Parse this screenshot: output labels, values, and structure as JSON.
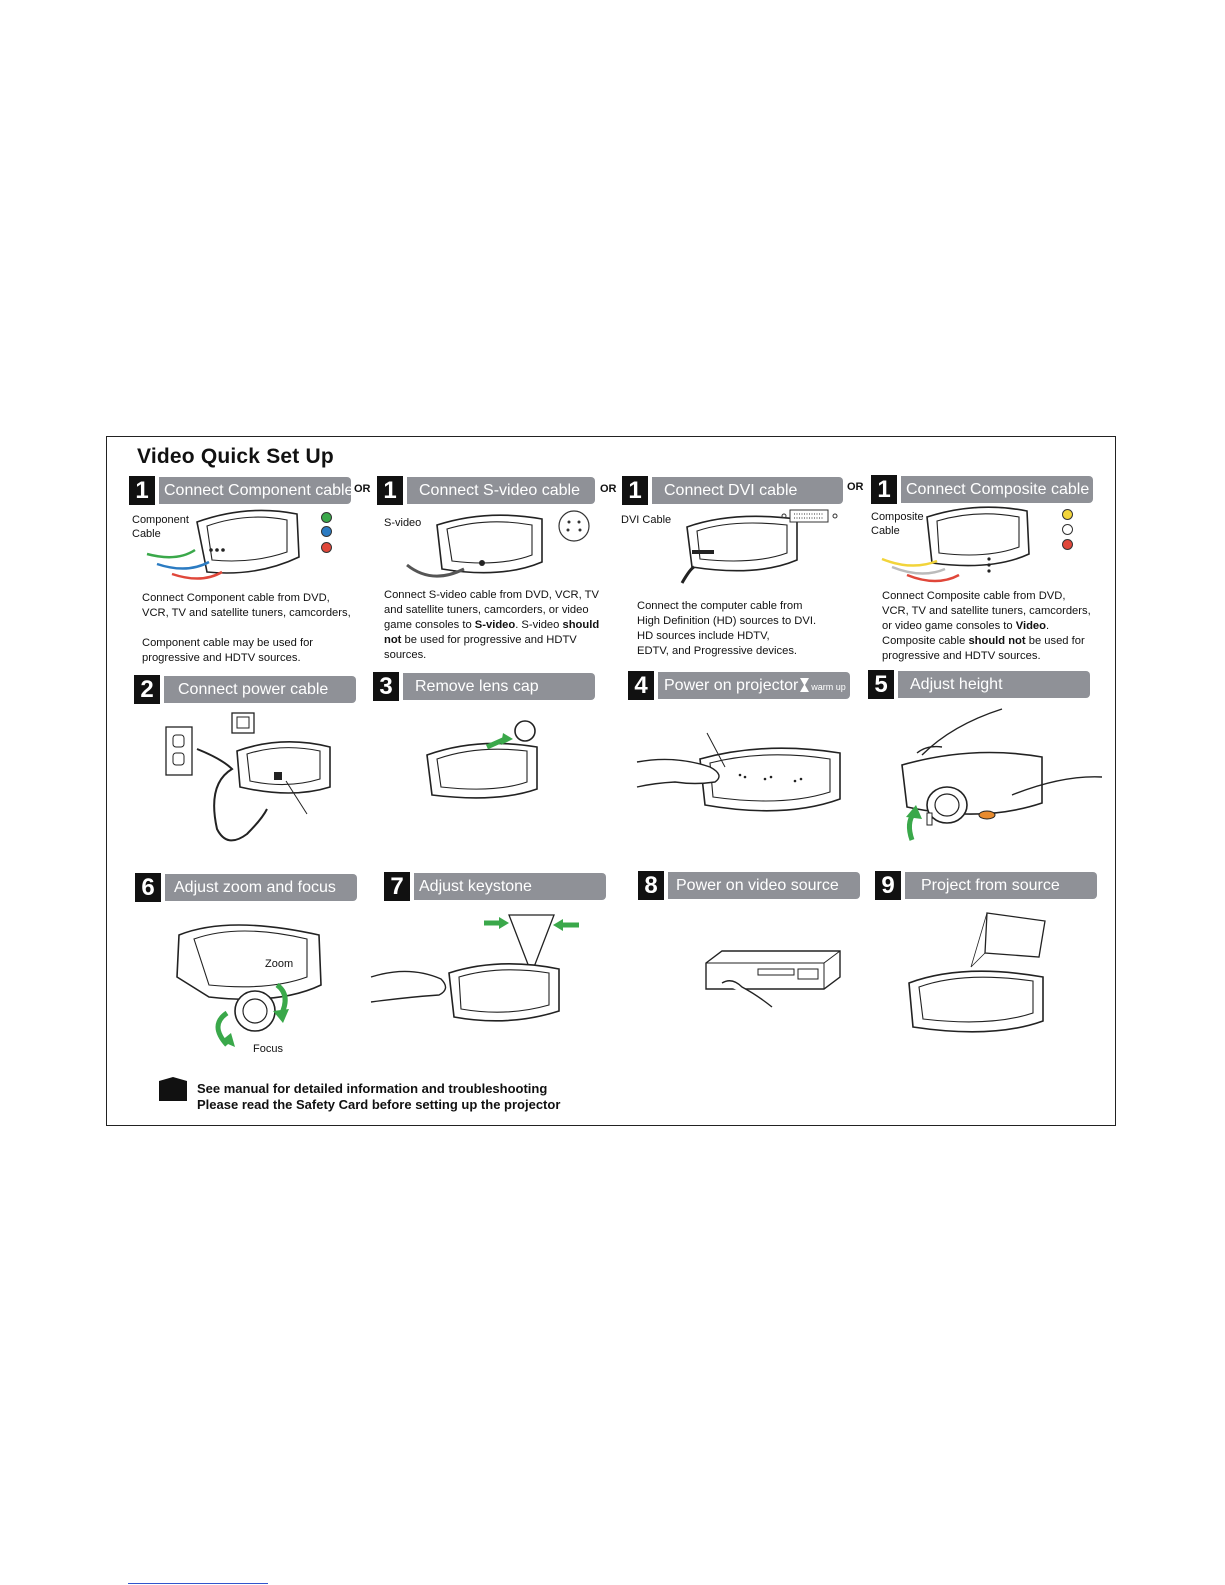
{
  "title": "Video Quick Set Up",
  "or_label": "OR",
  "steps": {
    "s1a": {
      "num": "1",
      "label": "Connect Component cable"
    },
    "s1b": {
      "num": "1",
      "label": "Connect S-video cable"
    },
    "s1c": {
      "num": "1",
      "label": "Connect DVI cable"
    },
    "s1d": {
      "num": "1",
      "label": "Connect Composite cable"
    },
    "s2": {
      "num": "2",
      "label": "Connect power cable"
    },
    "s3": {
      "num": "3",
      "label": "Remove lens cap"
    },
    "s4": {
      "num": "4",
      "label": "Power on projector",
      "warm": "warm up"
    },
    "s5": {
      "num": "5",
      "label": "Adjust height"
    },
    "s6": {
      "num": "6",
      "label": "Adjust zoom and focus"
    },
    "s7": {
      "num": "7",
      "label": "Adjust keystone"
    },
    "s8": {
      "num": "8",
      "label": "Power on video source"
    },
    "s9": {
      "num": "9",
      "label": "Project from source"
    }
  },
  "labels": {
    "component_1": "Component",
    "component_2": "Cable",
    "svideo": "S-video",
    "dvi": "DVI Cable",
    "composite_1": "Composite",
    "composite_2": "Cable",
    "zoom": "Zoom",
    "focus": "Focus"
  },
  "texts": {
    "component": [
      "Connect Component cable from DVD,",
      "VCR, TV and satellite tuners, camcorders,",
      "",
      "Component cable may be used for",
      "progressive and HDTV sources."
    ],
    "svideo": {
      "l1": "Connect S-video cable from DVD, VCR, TV",
      "l2": "and satellite tuners, camcorders, or video",
      "l3a": "game consoles to ",
      "l3b": "S-video",
      "l3c": ".  S-video ",
      "l3d": "should",
      "l4a": "not",
      "l4b": " be used for progressive and HDTV",
      "l5": "sources."
    },
    "dvi": [
      "Connect the  computer cable from",
      "High Definition (HD) sources to DVI.",
      "HD sources include HDTV,",
      "EDTV,  and Progressive devices."
    ],
    "composite": {
      "l1": "Connect Composite cable from DVD,",
      "l2": "VCR, TV and satellite tuners, camcorders,",
      "l3a": "or video game consoles to ",
      "l3b": "Video",
      "l3c": ".",
      "l4a": "Composite cable ",
      "l4b": "should not",
      "l4c": " be used for",
      "l5": "progressive and HDTV sources."
    }
  },
  "footer": {
    "line1": "See manual for detailed information and troubleshooting",
    "line2": "Please read the Safety Card before setting up the projector"
  },
  "colors": {
    "bar": "#8f9197",
    "green": "#3aa84a",
    "blue": "#2b7bc2",
    "red": "#e0473a",
    "yellow": "#f2d43a",
    "orange": "#e88b2e"
  },
  "icons": {
    "projector": "projector-illustration",
    "book": "manual-book-icon",
    "hourglass": "hourglass-icon"
  }
}
